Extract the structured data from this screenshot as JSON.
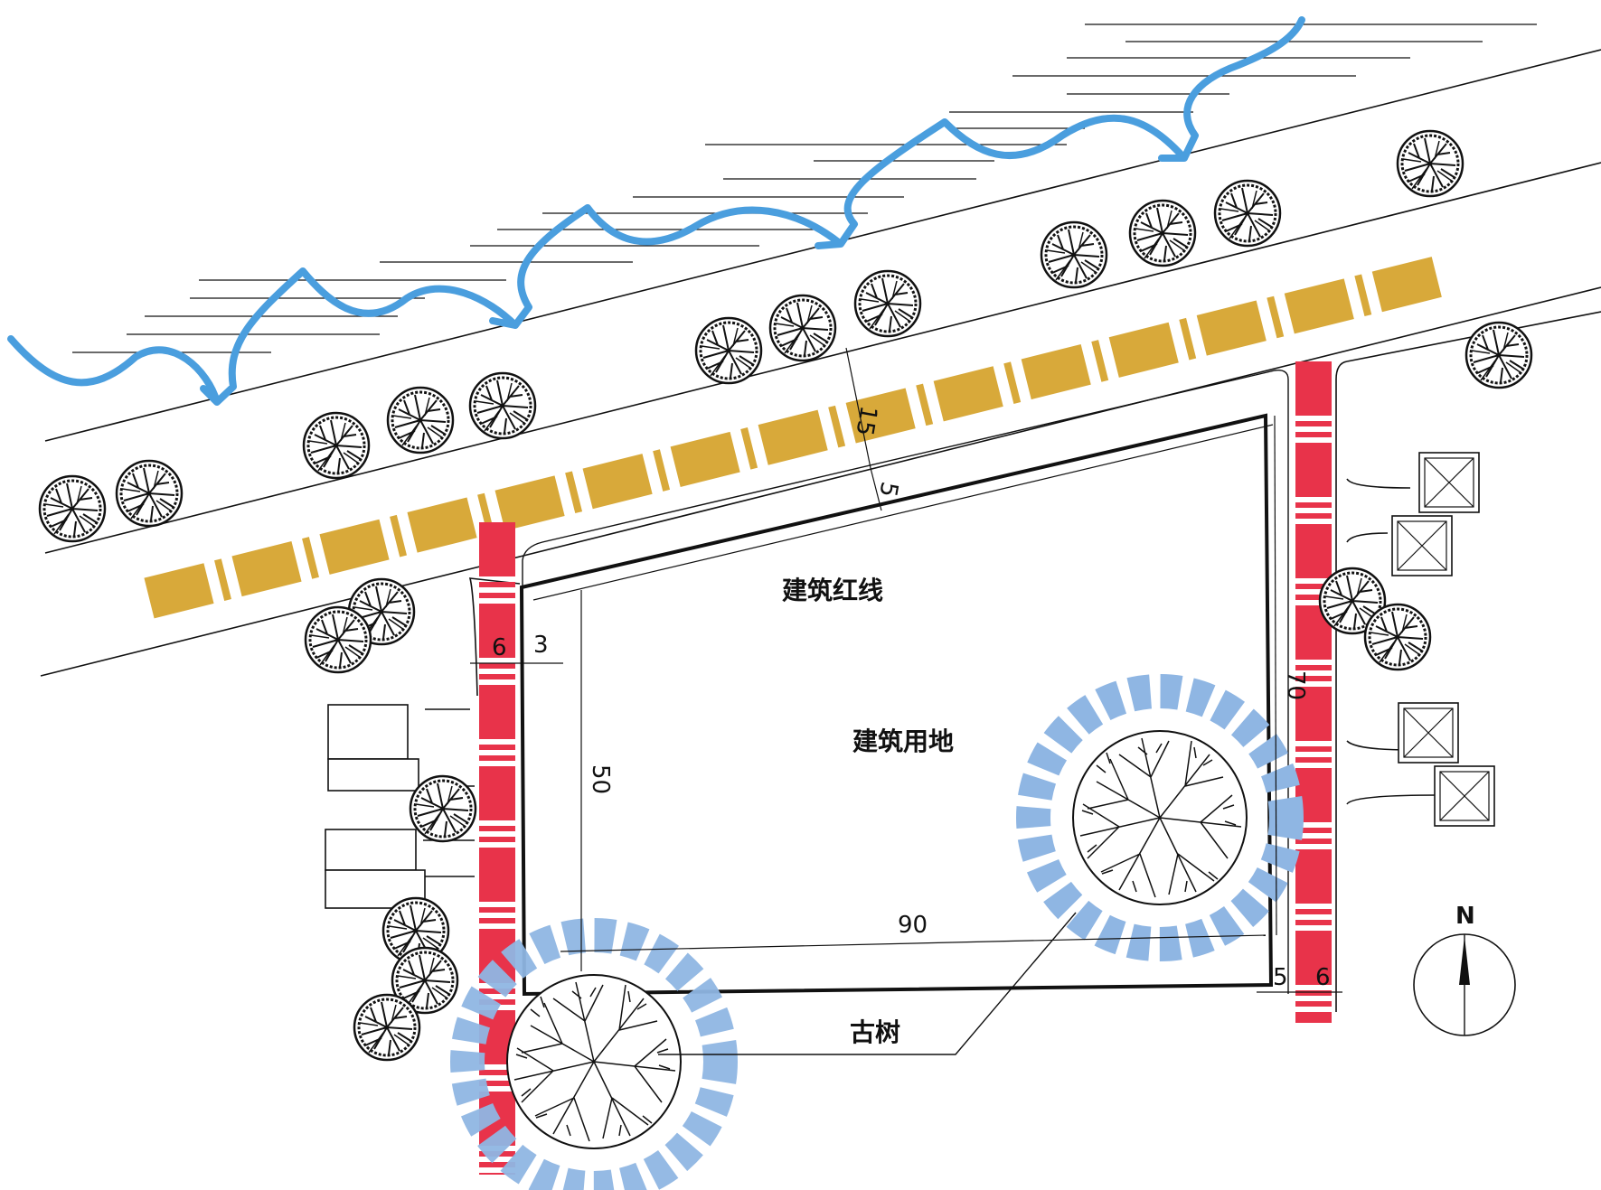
{
  "labels": {
    "building_red_line": "建筑红线",
    "building_land": "建筑用地",
    "ancient_tree": "古树",
    "north": "N"
  },
  "dimensions": {
    "d15": "15",
    "d5_top": "5",
    "d6_left": "6",
    "d3": "3",
    "d50": "50",
    "d90": "90",
    "d70": "70",
    "d5_right": "5",
    "d6_right": "6"
  },
  "colors": {
    "river": "#4a9ede",
    "ochre_band": "#d8a93a",
    "red_band": "#e8334a",
    "tree_buffer": "#8fb6e3",
    "linework": "#111111"
  },
  "icons": {
    "small_tree": "tree-canopy-icon",
    "ancient_tree": "large-tree-canopy-icon",
    "building": "crossed-box-icon",
    "compass": "north-arrow-icon"
  }
}
